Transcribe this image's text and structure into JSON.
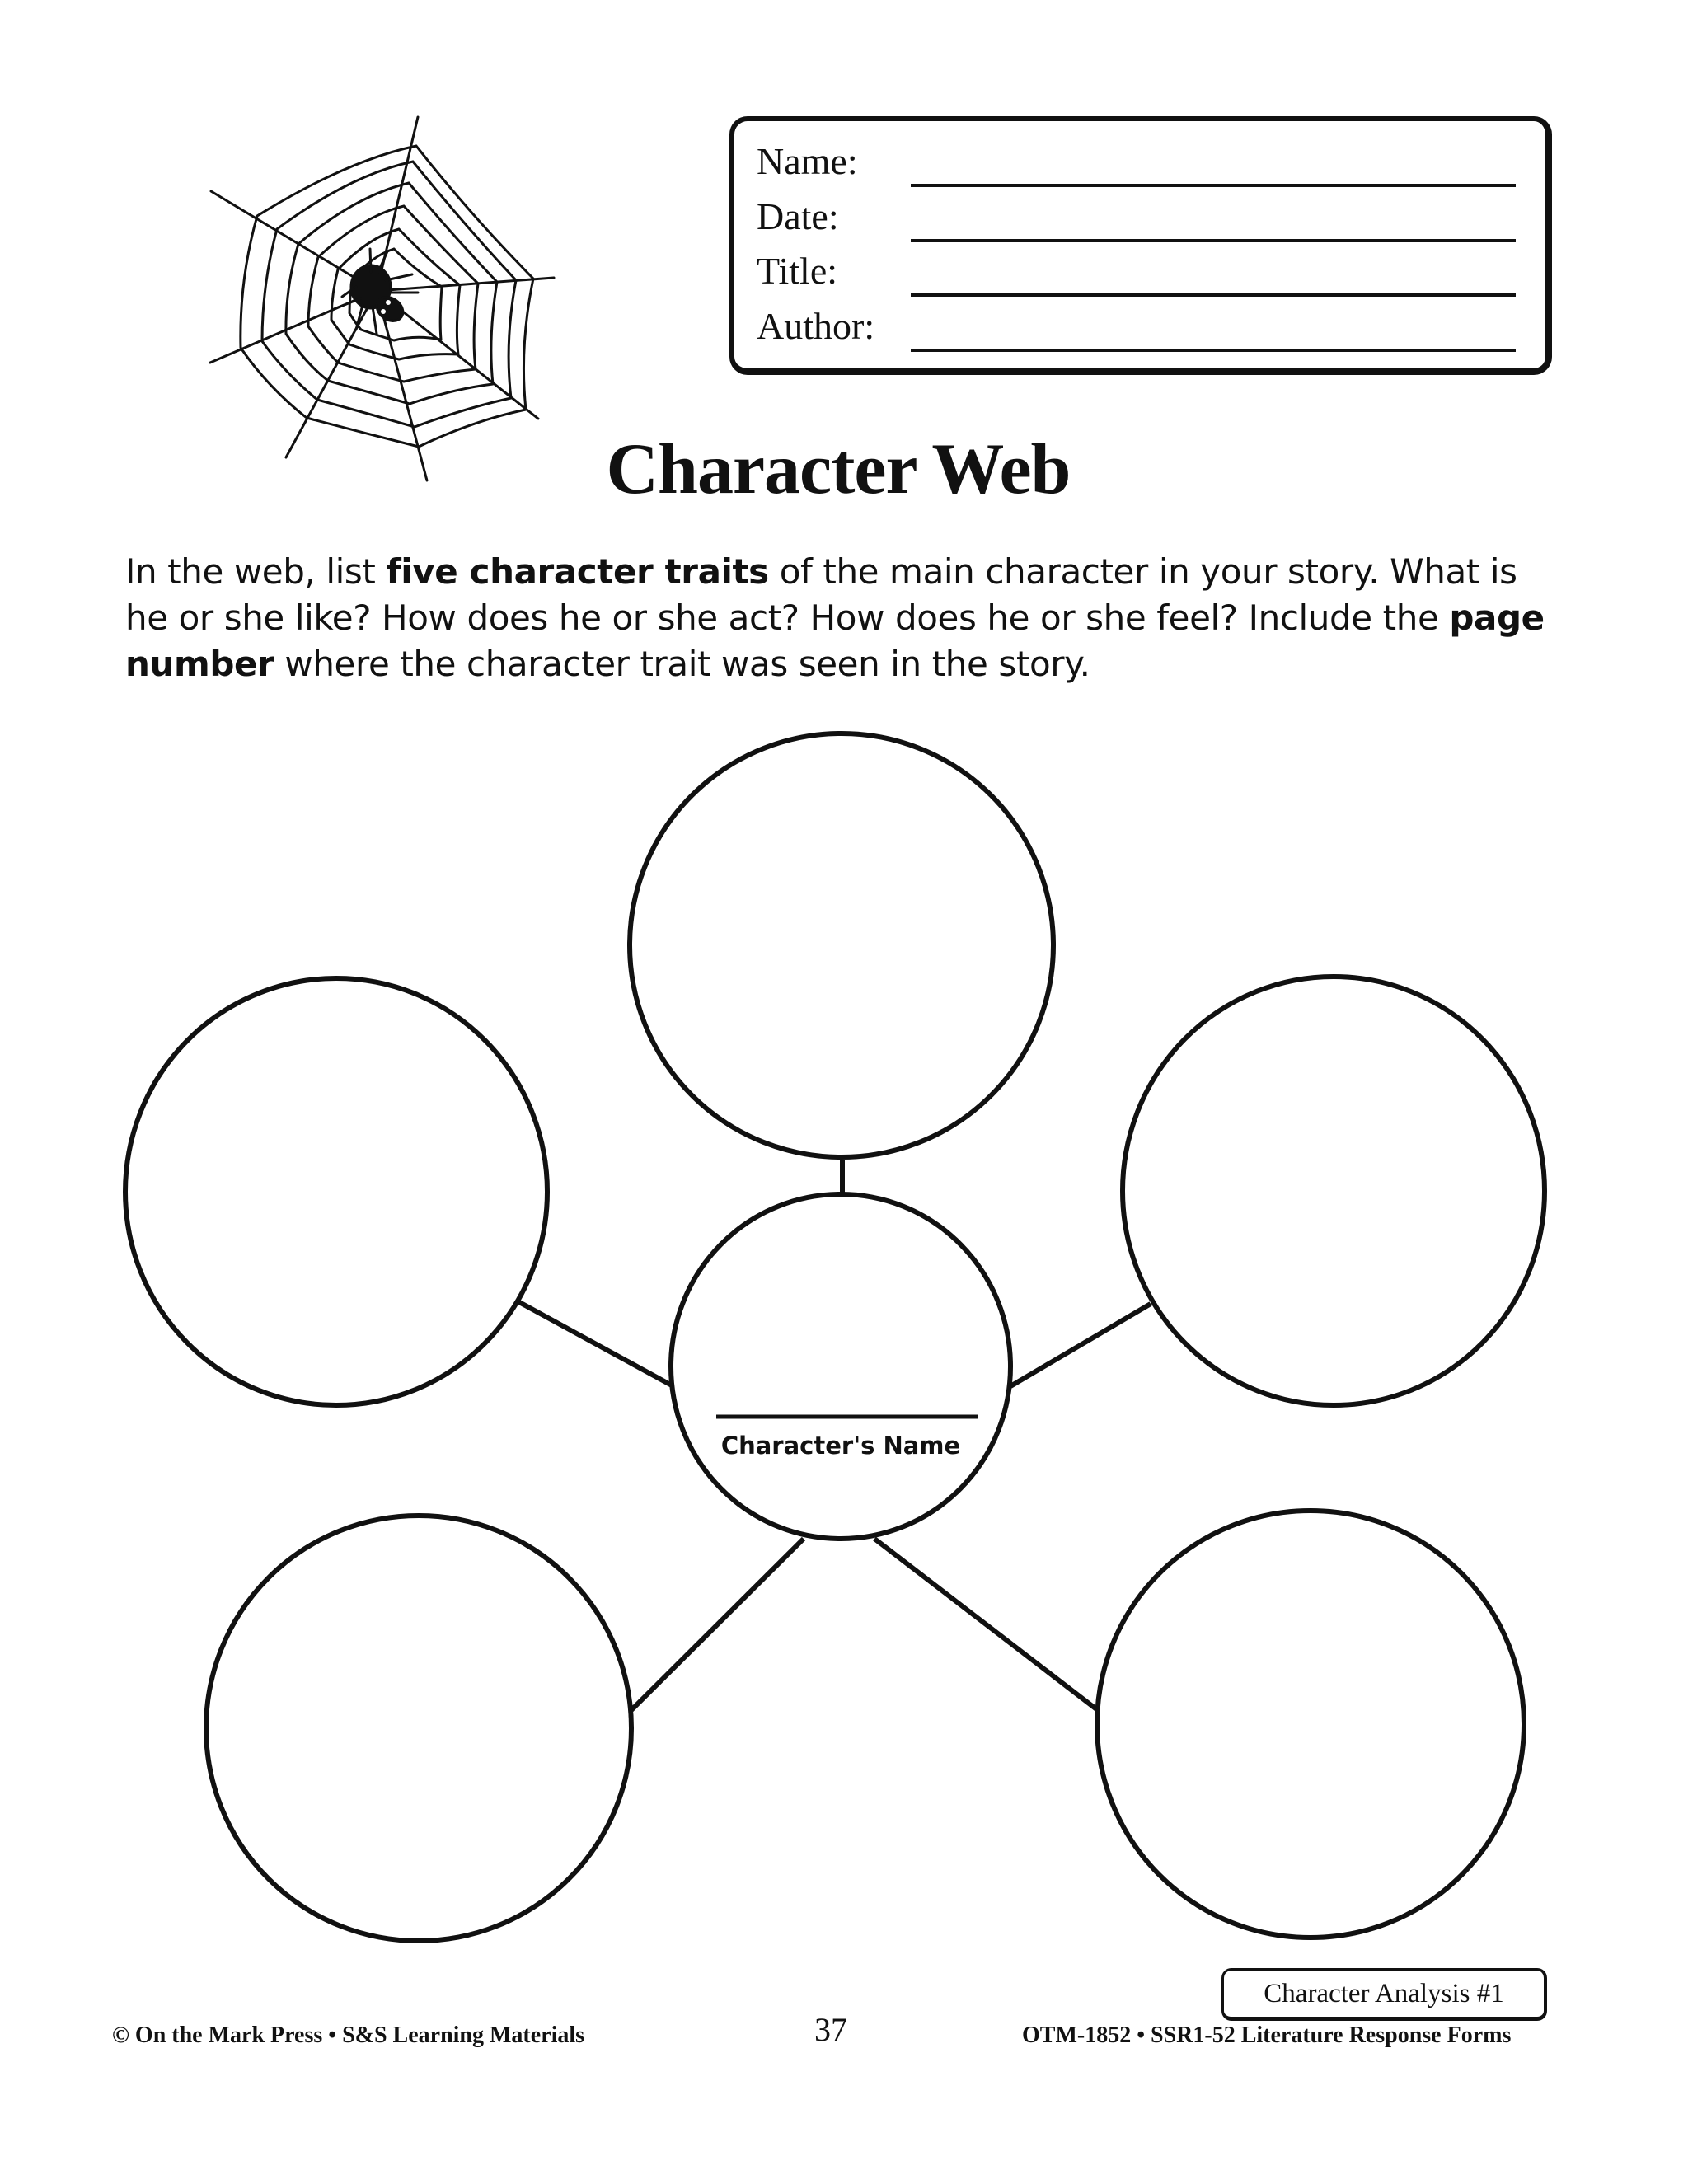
{
  "header": {
    "icon": "spider-web-icon",
    "info_box": {
      "fields": [
        {
          "label": "Name:",
          "value": ""
        },
        {
          "label": "Date:",
          "value": ""
        },
        {
          "label": "Title:",
          "value": ""
        },
        {
          "label": "Author:",
          "value": ""
        }
      ]
    }
  },
  "title": "Character Web",
  "instructions": {
    "parts": [
      {
        "text": "In the web, list ",
        "bold": false
      },
      {
        "text": "five character traits",
        "bold": true
      },
      {
        "text": " of the main character in your story.  What is he or she like?  How does he or she act?  How does he or she feel?  Include the ",
        "bold": false
      },
      {
        "text": "page number",
        "bold": true
      },
      {
        "text": " where the character trait was seen in the story.",
        "bold": false
      }
    ]
  },
  "diagram": {
    "center": {
      "label": "Character's Name",
      "value": ""
    },
    "trait_circles": [
      {
        "position": "top",
        "value": ""
      },
      {
        "position": "left",
        "value": ""
      },
      {
        "position": "right",
        "value": ""
      },
      {
        "position": "bottom-left",
        "value": ""
      },
      {
        "position": "bottom-right",
        "value": ""
      }
    ]
  },
  "form_tag": "Character Analysis #1",
  "footer": {
    "left": "© On the Mark Press • S&S Learning Materials",
    "page_number": "37",
    "right": "OTM-1852 • SSR1-52 Literature Response Forms"
  }
}
